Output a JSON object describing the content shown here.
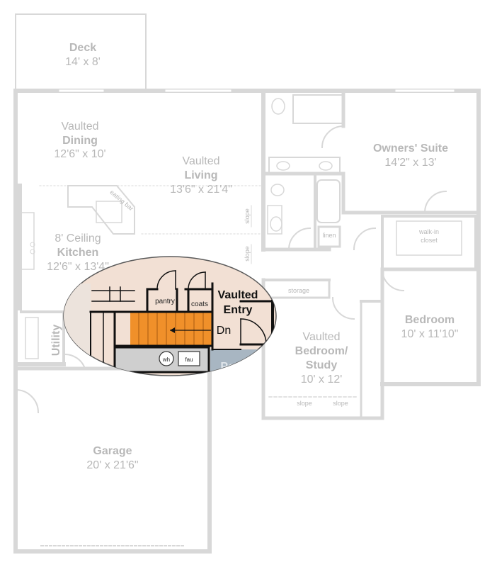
{
  "plan": {
    "rooms": {
      "deck": {
        "name": "Deck",
        "size": "14' x 8'"
      },
      "dining": {
        "line1": "Vaulted",
        "line2": "Dining",
        "size": "12'6\" x 10'"
      },
      "living": {
        "line1": "Vaulted",
        "line2": "Living",
        "size": "13'6\" x 21'4\""
      },
      "kitchen": {
        "line1": "8' Ceiling",
        "line2": "Kitchen",
        "size": "12'6\" x 13'4\""
      },
      "owners_suite": {
        "name": "Owners' Suite",
        "size": "14'2\" x 13'"
      },
      "bedroom": {
        "name": "Bedroom",
        "size": "10' x 11'10\""
      },
      "study": {
        "line1": "Vaulted",
        "line2": "Bedroom/",
        "line3": "Study",
        "size": "10' x 12'"
      },
      "garage": {
        "name": "Garage",
        "size": "20' x 21'6\""
      },
      "utility": {
        "name": "Utility"
      },
      "entry": {
        "line1": "Vaulted",
        "line2": "Entry"
      },
      "porch": {
        "name": "Porch"
      }
    },
    "small_labels": {
      "eating_bar": "eating bar",
      "slope": "slope",
      "linen": "linen",
      "walk_in": "walk-in",
      "closet": "closet",
      "storage": "storage",
      "pantry": "pantry",
      "coats": "coats",
      "stairs": "Dn",
      "water_heater": "wh",
      "furnace": "fau"
    },
    "colors": {
      "wall": "#d6d6d6",
      "text": "#b8b8b8",
      "highlight_bg": "#f2e0d4",
      "stairs": "#f0902a",
      "porch": "#a8b6c2",
      "highlight_wall": "#111111"
    }
  }
}
